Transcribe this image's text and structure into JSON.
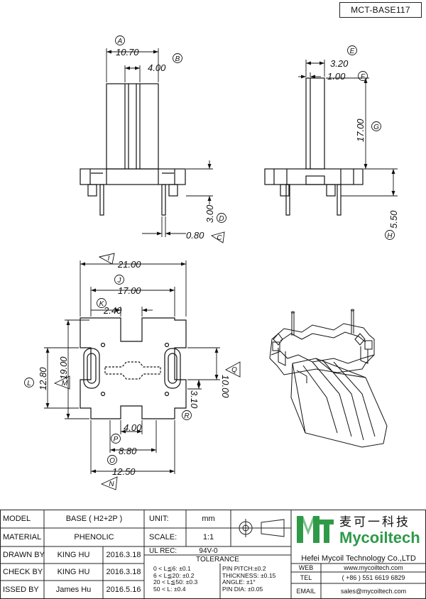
{
  "drawing_code": "MCT-BASE117",
  "dimensions": {
    "a": "10.70",
    "b": "4.00",
    "c": "0.80",
    "d": "3.00",
    "e": "3.20",
    "f": "1.00",
    "g": "17.00",
    "h": "5.50",
    "i": "21.00",
    "j": "17.00",
    "k": "2.40",
    "l": "12.80",
    "m": "19.00",
    "n": "12.50",
    "o": "8.80",
    "p": "4.00",
    "q": "10.00",
    "r": "3.10"
  },
  "callouts": {
    "a": "A",
    "b": "B",
    "c": "C",
    "d": "D",
    "e": "E",
    "f": "F",
    "g": "G",
    "h": "H",
    "i": "I",
    "j": "J",
    "k": "K",
    "l": "L",
    "m": "M",
    "n": "N",
    "o": "O",
    "p": "P",
    "q": "Q",
    "r": "R"
  },
  "title_block": {
    "model_label": "MODEL",
    "model_value": "BASE ( H2+2P )",
    "material_label": "MATERIAL",
    "material_value": "PHENOLIC",
    "drawn_label": "DRAWN BY",
    "drawn_name": "KING HU",
    "drawn_date": "2016.3.18",
    "check_label": "CHECK BY",
    "check_name": "KING HU",
    "check_date": "2016.3.18",
    "issued_label": "ISSED BY",
    "issued_name": "James Hu",
    "issued_date": "2016.5.16",
    "unit_label": "UNIT:",
    "unit_value": "mm",
    "scale_label": "SCALE:",
    "scale_value": "1:1",
    "ulrec_label": "UL REC:",
    "ulrec_value": "94V-0",
    "tolerance_label": "TOLERANCE",
    "tol_1": "0 < L≦6:  ±0.1",
    "tol_2": "6 < L≦20:  ±0.2",
    "tol_3": "20 < L≦50:  ±0.3",
    "tol_4": "50 < L:  ±0.4",
    "tol_5": "PIN PITCH:±0.2",
    "tol_6": "THICKNESS:  ±0.15",
    "tol_7": "ANGLE:  ±1°",
    "tol_8": "PIN DIA:  ±0.05",
    "logo_cn": "麦可一科技",
    "logo_en": "Mycoiltech",
    "company": "Hefei Mycoil Technology Co.,LTD",
    "web_label": "WEB",
    "web_value": "www.mycoiltech.com",
    "tel_label": "TEL",
    "tel_value": "( +86 ) 551 6619 6829",
    "email_label": "EMAIL",
    "email_value": "sales@mycoiltech.com"
  },
  "colors": {
    "line": "#1a1a1a",
    "logo_green": "#2e9a48",
    "logo_light": "#7cc08a"
  }
}
